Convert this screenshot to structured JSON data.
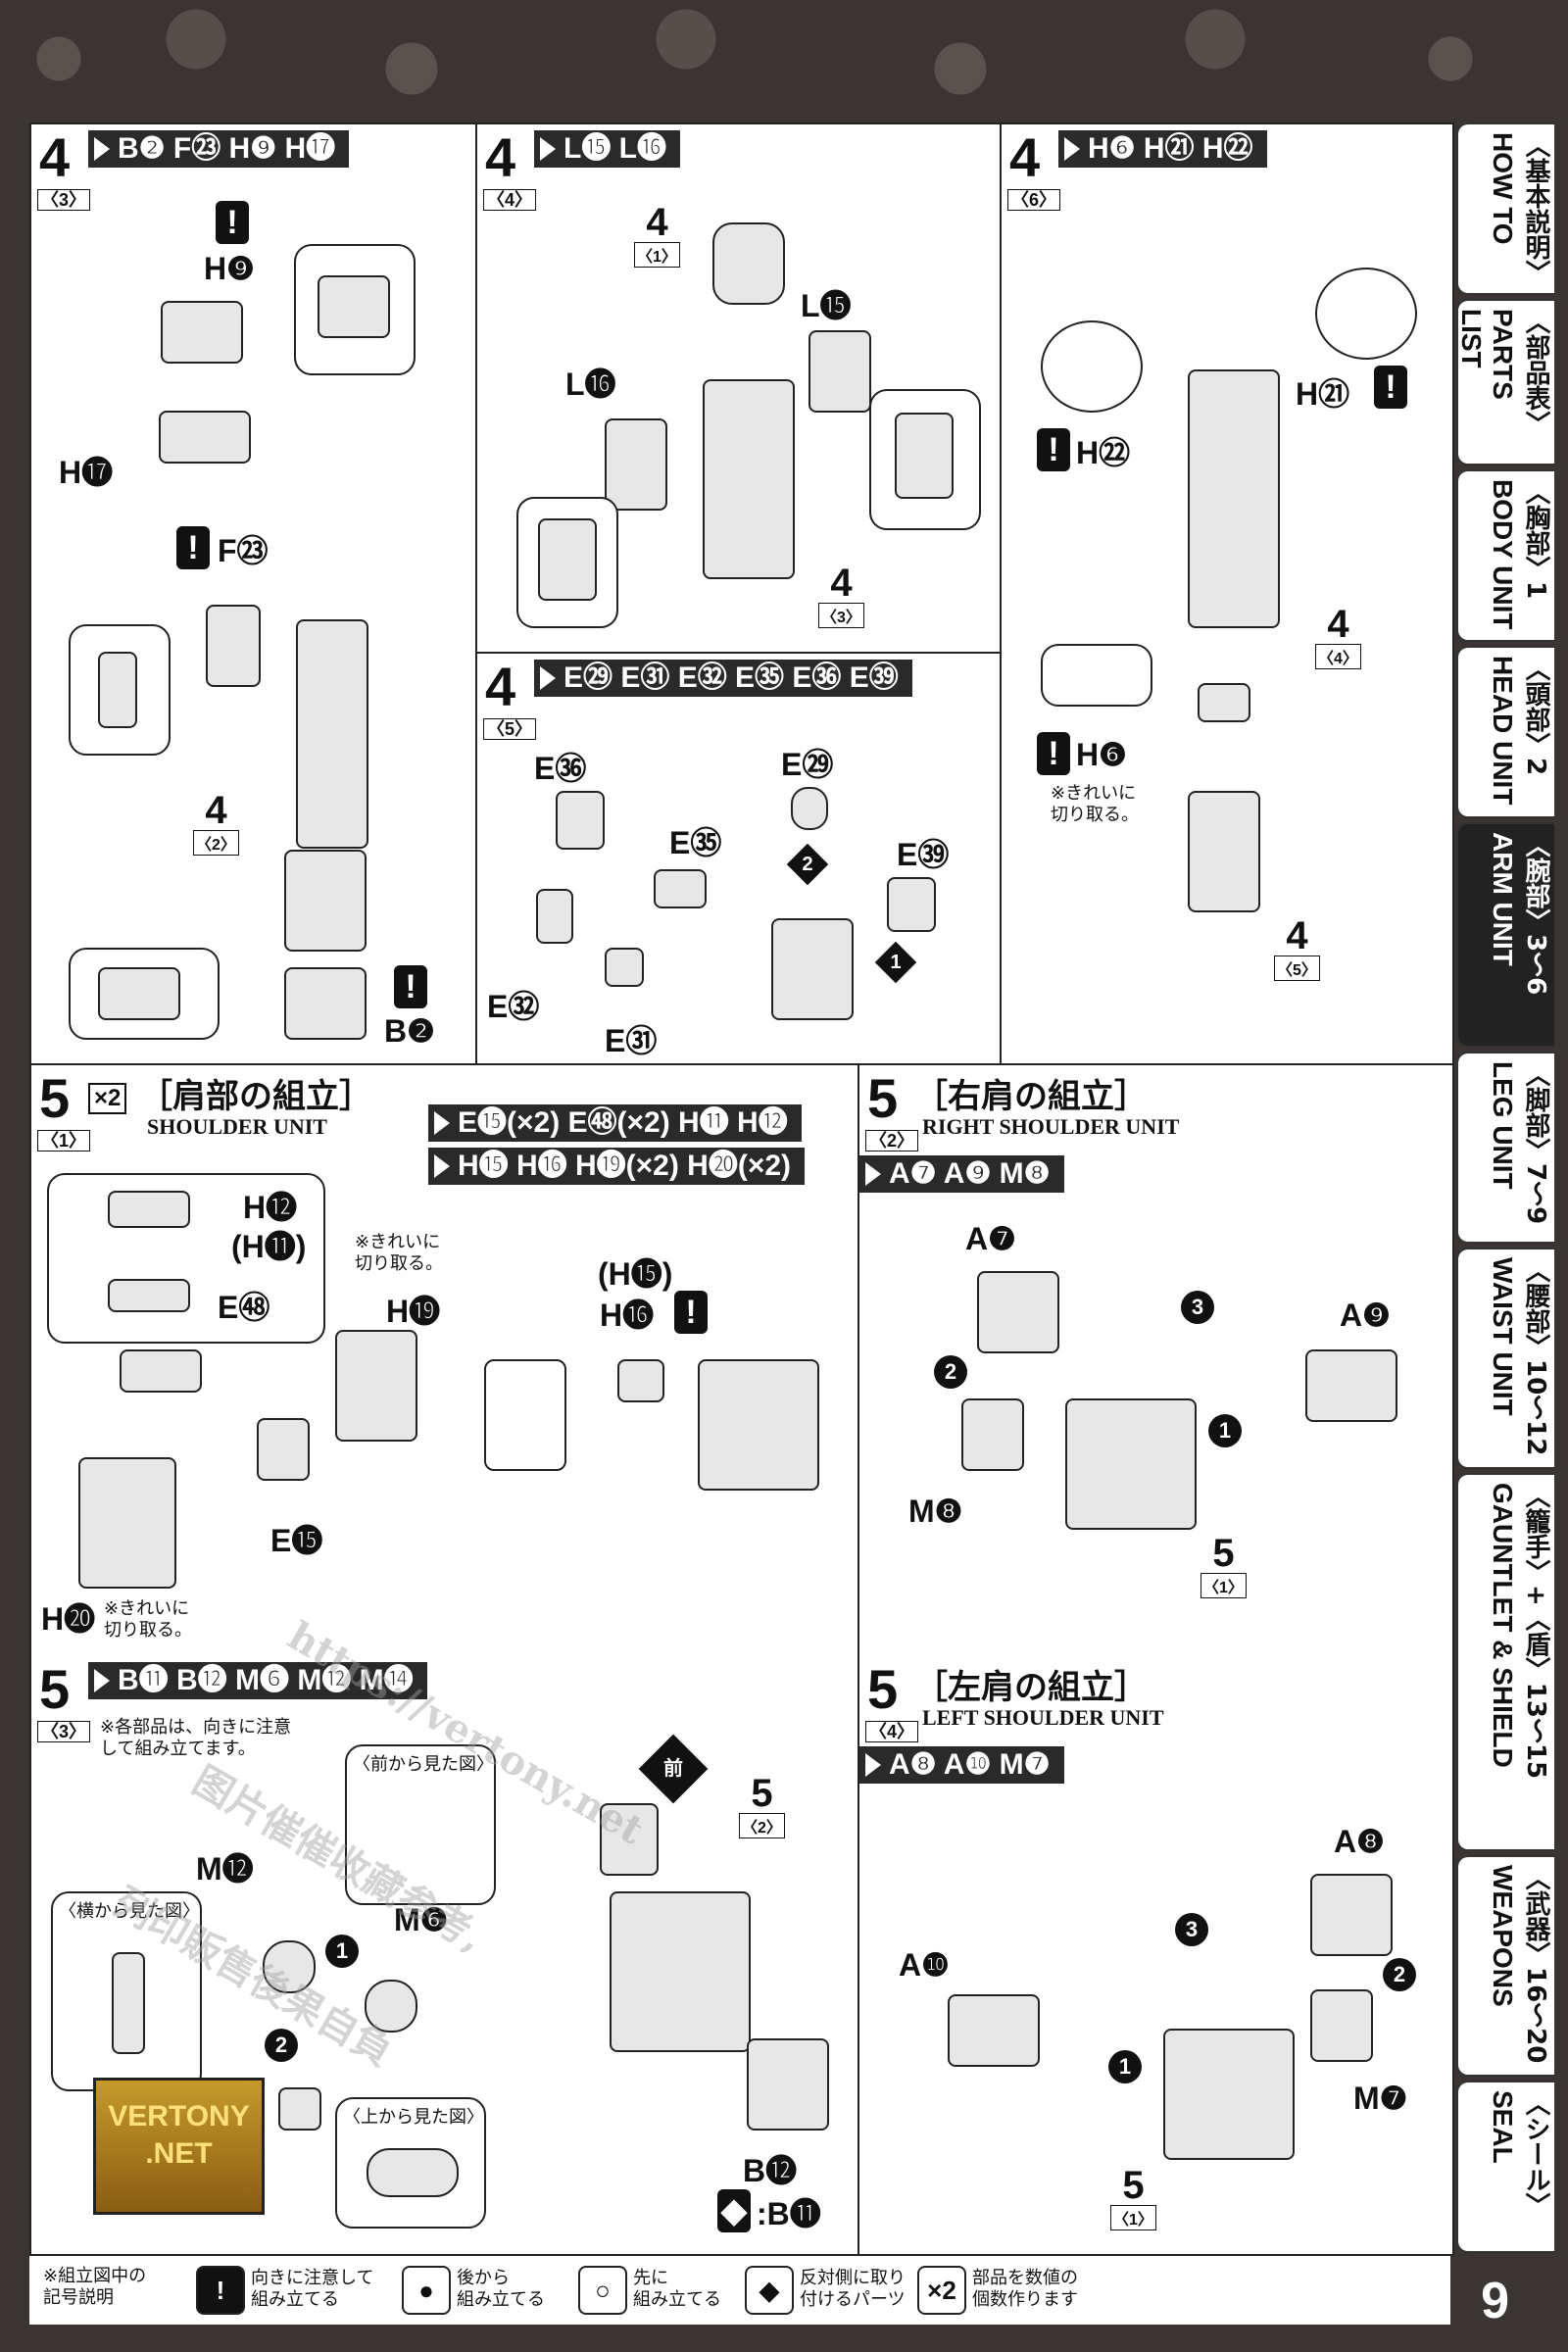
{
  "page_number": "9",
  "steps": {
    "s4_3": {
      "num": "4",
      "sub": "〈3〉",
      "parts": "B❷ F㉓ H❾ H⓱",
      "labels": {
        "h9": "H❾",
        "h17": "H⓱",
        "f23": "F㉓",
        "b2": "B❷",
        "ref": "4",
        "ref_sub": "〈2〉"
      }
    },
    "s4_4": {
      "num": "4",
      "sub": "〈4〉",
      "parts": "L⓯ L⓰",
      "labels": {
        "ref_top": "4",
        "ref_top_sub": "〈1〉",
        "l15": "L⓯",
        "l16": "L⓰",
        "ref": "4",
        "ref_sub": "〈3〉"
      }
    },
    "s4_6": {
      "num": "4",
      "sub": "〈6〉",
      "parts": "H❻ H㉑ H㉒",
      "labels": {
        "h21": "H㉑",
        "h22": "H㉒",
        "h6": "H❻",
        "ref_mid": "4",
        "ref_mid_sub": "〈4〉",
        "ref": "4",
        "ref_sub": "〈5〉"
      },
      "note": "※きれいに\n切り取る。"
    },
    "s4_5": {
      "num": "4",
      "sub": "〈5〉",
      "parts": "E㉙ E㉛ E㉜ E㉟ E㊱ E㊴",
      "labels": {
        "e36": "E㊱",
        "e35": "E㉟",
        "e32": "E㉜",
        "e31": "E㉛",
        "e29": "E㉙",
        "e39": "E㊴"
      }
    },
    "s5_1": {
      "num": "5",
      "sub": "〈1〉",
      "x2": "×2",
      "title_jp": "［肩部の組立］",
      "title_en": "SHOULDER UNIT",
      "parts_line1": "E⓯(×2) E㊽(×2) H⓫ H⓬",
      "parts_line2": "H⓯ H⓰ H⓳(×2) H⓴(×2)",
      "labels": {
        "h12": "H⓬",
        "h11": "(H⓫)",
        "e48": "E㊽",
        "h19": "H⓳",
        "e15": "E⓯",
        "h20": "H⓴",
        "h15p": "(H⓯)",
        "h16": "H⓰"
      },
      "note_cut1": "※きれいに\n切り取る。",
      "note_cut2": "※きれいに\n切り取る。"
    },
    "s5_2": {
      "num": "5",
      "sub": "〈2〉",
      "title_jp": "［右肩の組立］",
      "title_en": "RIGHT SHOULDER UNIT",
      "parts": "A❼ A❾ M❽",
      "labels": {
        "a7": "A❼",
        "a9": "A❾",
        "m8": "M❽",
        "ref": "5",
        "ref_sub": "〈1〉"
      }
    },
    "s5_3": {
      "num": "5",
      "sub": "〈3〉",
      "parts": "B⓫ B⓬ M❻ M⓬ M⓮",
      "note": "※各部品は、向きに注意\nして組み立てます。",
      "labels": {
        "front_view": "〈前から見た図〉",
        "side_view": "〈横から見た図〉",
        "top_view": "〈上から見た図〉",
        "front": "前",
        "m12": "M⓬",
        "m6": "M❻",
        "b12": "B⓬",
        "b11": ":B⓫",
        "ref": "5",
        "ref_sub": "〈2〉"
      }
    },
    "s5_4": {
      "num": "5",
      "sub": "〈4〉",
      "title_jp": "［左肩の組立］",
      "title_en": "LEFT SHOULDER UNIT",
      "parts": "A❽ A❿ M❼",
      "labels": {
        "a8": "A❽",
        "a10": "A❿",
        "m7": "M❼",
        "ref": "5",
        "ref_sub": "〈1〉"
      }
    }
  },
  "sidebar": [
    {
      "jp": "〈基本説明〉",
      "en": "HOW TO"
    },
    {
      "jp": "〈部品表〉",
      "en": "PARTS LIST"
    },
    {
      "jp": "〈胸部〉1",
      "en": "BODY UNIT"
    },
    {
      "jp": "〈頭部〉2",
      "en": "HEAD UNIT"
    },
    {
      "jp": "〈腕部〉3〜6",
      "en": "ARM UNIT"
    },
    {
      "jp": "〈脚部〉7〜9",
      "en": "LEG UNIT"
    },
    {
      "jp": "〈腰部〉10〜12",
      "en": "WAIST UNIT"
    },
    {
      "jp": "〈籠手〉+〈盾〉13〜15",
      "en": "GAUNTLET & SHIELD"
    },
    {
      "jp": "〈武器〉16〜20",
      "en": "WEAPONS"
    },
    {
      "jp": "〈シール〉",
      "en": "SEAL"
    }
  ],
  "legend": {
    "title": "※組立図中の\n記号説明",
    "items": [
      {
        "icon": "!",
        "text": "向きに注意して\n組み立てる"
      },
      {
        "icon": "●",
        "text": "後から\n組み立てる"
      },
      {
        "icon": "○",
        "text": "先に\n組み立てる"
      },
      {
        "icon": "◆",
        "text": "反対側に取り\n付けるパーツ"
      },
      {
        "icon": "×2",
        "text": "部品を数値の\n個数作ります"
      }
    ]
  },
  "watermark": {
    "url": "https://vertony.net",
    "text": "图片催催收藏参考,",
    "text2": "列印販售後果自負",
    "logo": "VERTONY\n.NET"
  }
}
